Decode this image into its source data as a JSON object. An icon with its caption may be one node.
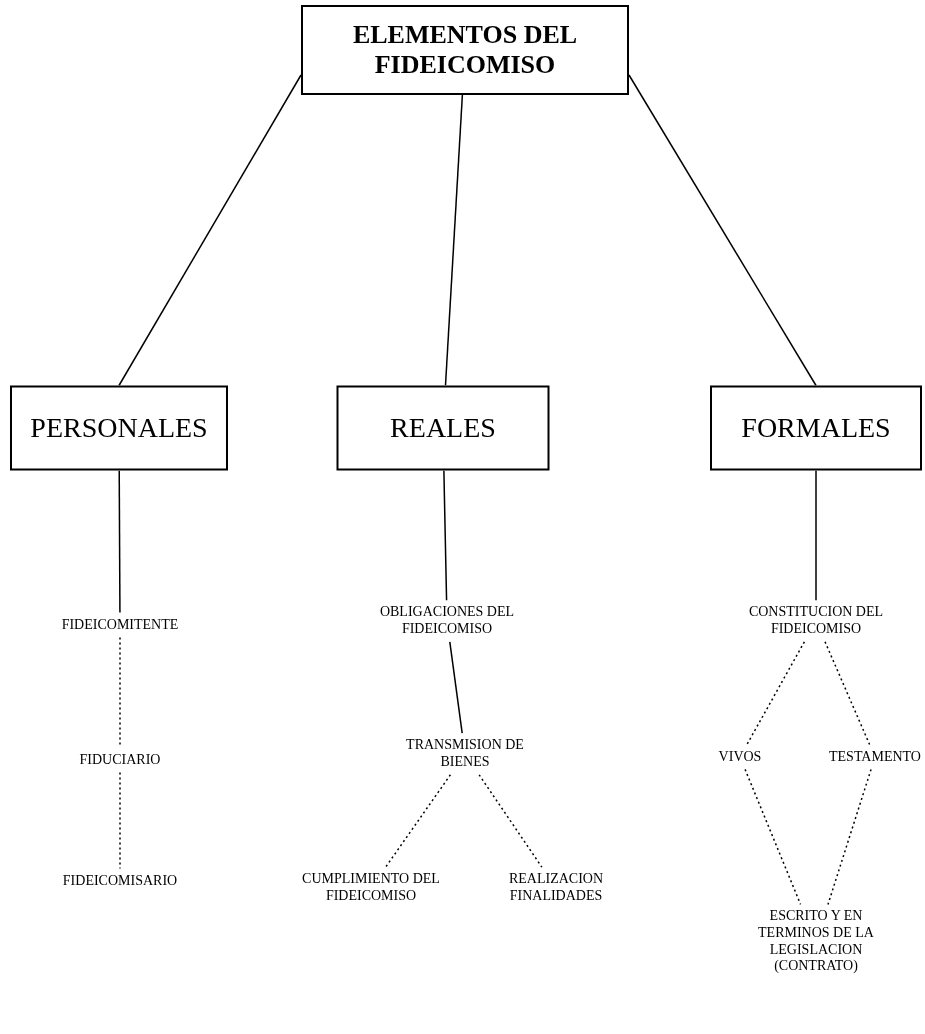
{
  "diagram": {
    "nodes": [
      {
        "text": [
          "ELEMENTOS DEL FIDEICOMISO"
        ]
      },
      {
        "text": [
          "PERSONALES"
        ]
      },
      {
        "text": [
          "REALES"
        ]
      },
      {
        "text": [
          "FORMALES"
        ]
      },
      {
        "text": [
          "FIDEICOMITENTE"
        ]
      },
      {
        "text": [
          "FIDUCIARIO"
        ]
      },
      {
        "text": [
          "FIDEICOMISARIO"
        ]
      },
      {
        "text": [
          "OBLIGACIONES DEL FIDEICOMISO"
        ]
      },
      {
        "text": [
          "TRANSMISION DE BIENES"
        ]
      },
      {
        "text": [
          "CUMPLIMIENTO DEL FIDEICOMISO"
        ]
      },
      {
        "text": [
          "REALIZACION FINALIDADES"
        ]
      },
      {
        "text": [
          "CONSTITUCION DEL FIDEICOMISO"
        ]
      },
      {
        "text": [
          "VIVOS"
        ]
      },
      {
        "text": [
          "TESTAMENTO"
        ]
      },
      {
        "text": [
          "ESCRITO Y EN TERMINOS DE LA LEGISLACION (CONTRATO)"
        ]
      }
    ],
    "edges": [
      {
        "from": 0,
        "to": 1,
        "arrow": "none"
      },
      {
        "from": 0,
        "to": 2,
        "arrow": "none"
      },
      {
        "from": 0,
        "to": 3,
        "arrow": "none"
      },
      {
        "from": 1,
        "to": 4,
        "arrow": "none"
      },
      {
        "from": 4,
        "to": 5,
        "arrow": "none",
        "style": "dashed"
      },
      {
        "from": 5,
        "to": 6,
        "arrow": "none",
        "style": "dashed"
      },
      {
        "from": 2,
        "to": 7,
        "arrow": "none"
      },
      {
        "from": 7,
        "to": 8,
        "arrow": "none"
      },
      {
        "from": 8,
        "to": 9,
        "arrow": "none",
        "style": "dashed"
      },
      {
        "from": 8,
        "to": 10,
        "arrow": "none",
        "style": "dashed"
      },
      {
        "from": 3,
        "to": 11,
        "arrow": "none"
      },
      {
        "from": 11,
        "to": 12,
        "arrow": "none",
        "style": "dashed"
      },
      {
        "from": 11,
        "to": 13,
        "arrow": "none",
        "style": "dashed"
      },
      {
        "from": 12,
        "to": 14,
        "arrow": "none",
        "style": "dashed"
      },
      {
        "from": 13,
        "to": 14,
        "arrow": "none",
        "style": "dashed"
      }
    ]
  }
}
